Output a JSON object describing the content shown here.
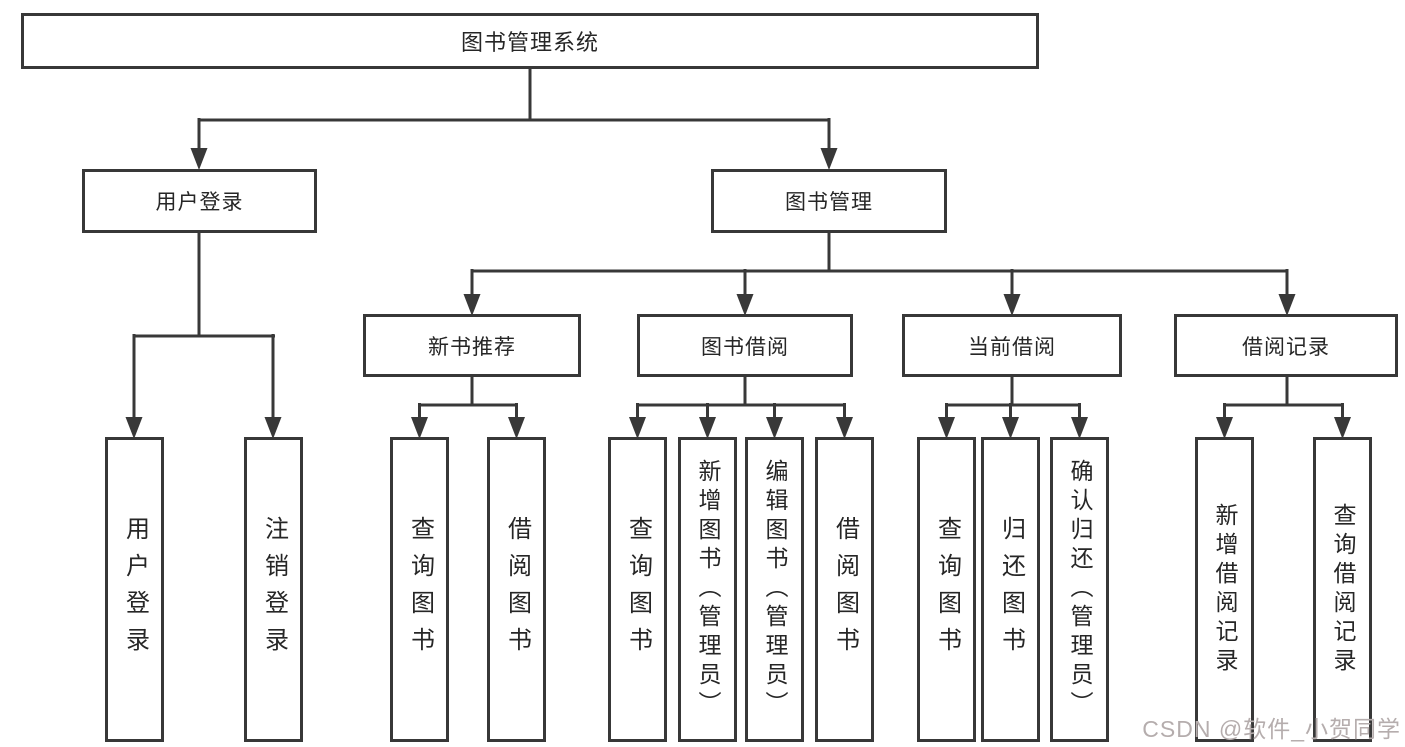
{
  "tree": {
    "root": {
      "label": "图书管理系统",
      "children": [
        {
          "label": "用户登录",
          "children": [
            {
              "label": "用户登录"
            },
            {
              "label": "注销登录"
            }
          ]
        },
        {
          "label": "图书管理",
          "children": [
            {
              "label": "新书推荐",
              "children": [
                {
                  "label": "查询图书"
                },
                {
                  "label": "借阅图书"
                }
              ]
            },
            {
              "label": "图书借阅",
              "children": [
                {
                  "label": "查询图书"
                },
                {
                  "label": "新增图书（管理员）"
                },
                {
                  "label": "编辑图书（管理员）"
                },
                {
                  "label": "借阅图书"
                }
              ]
            },
            {
              "label": "当前借阅",
              "children": [
                {
                  "label": "查询图书"
                },
                {
                  "label": "归还图书"
                },
                {
                  "label": "确认归还（管理员）"
                }
              ]
            },
            {
              "label": "借阅记录",
              "children": [
                {
                  "label": "新增借阅记录"
                },
                {
                  "label": "查询借阅记录"
                }
              ]
            }
          ]
        }
      ]
    }
  },
  "watermark": {
    "text": "CSDN @软件_小贺同学"
  },
  "colors": {
    "line": "#383838",
    "box_border": "#383838",
    "text": "#262626",
    "background": "#ffffff",
    "watermark": "#b5adad"
  }
}
